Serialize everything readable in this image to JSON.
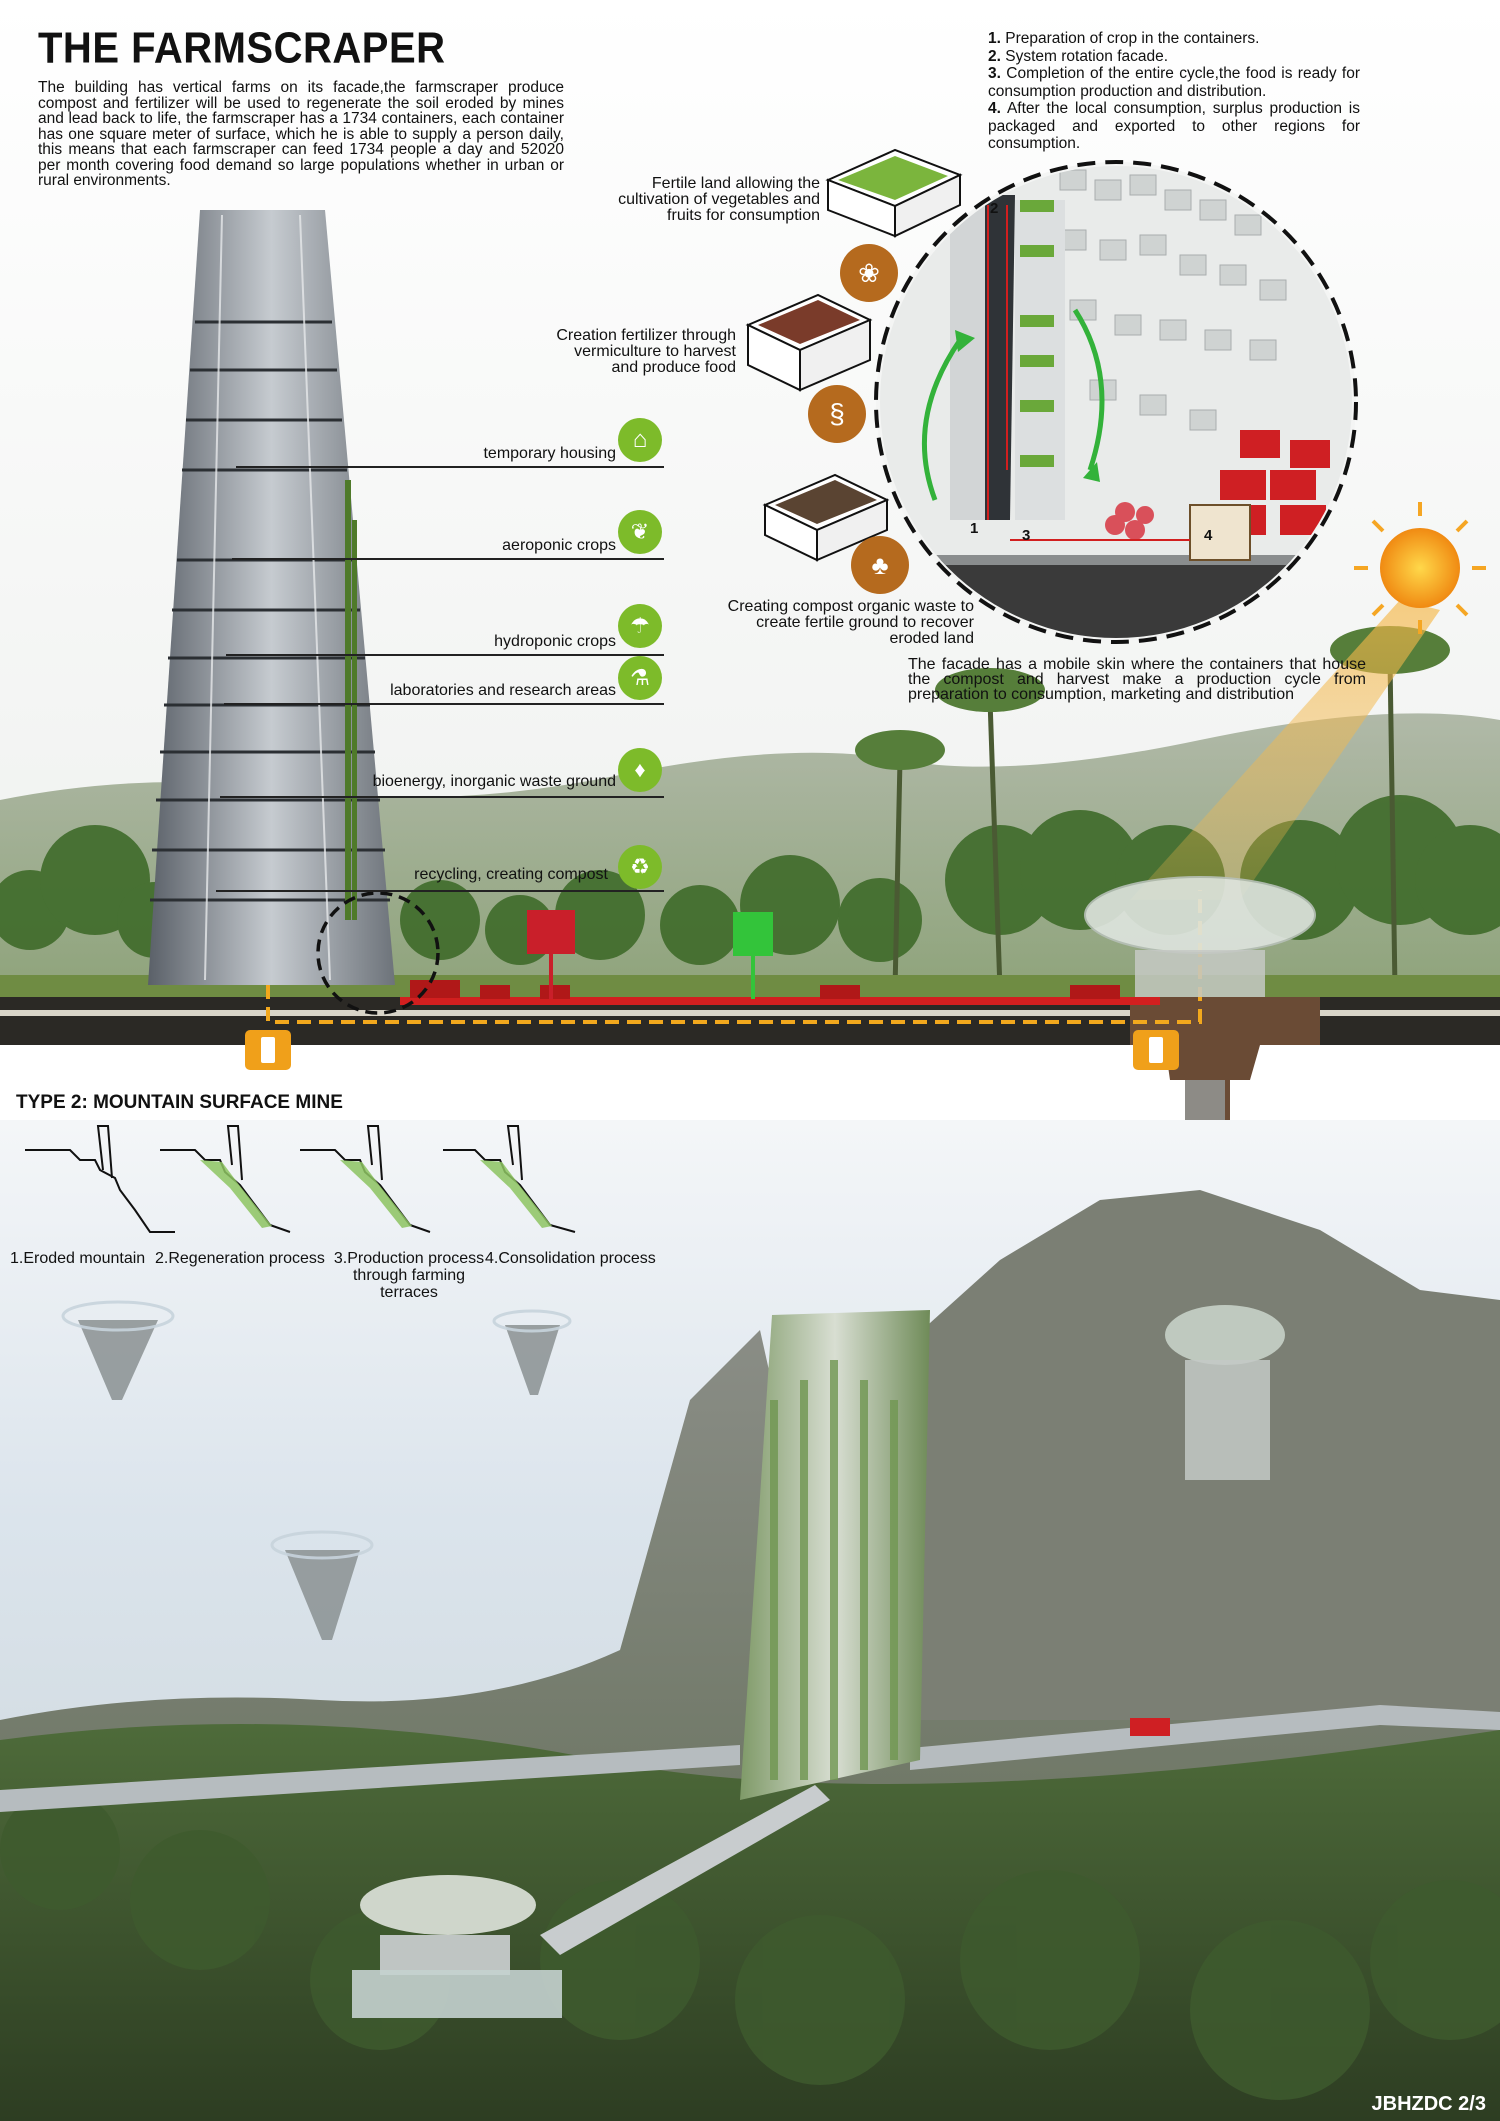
{
  "header": {
    "title": "THE FARMSCRAPER",
    "intro": "The building has vertical farms on its facade,the farmscraper produce compost and fertilizer will be used to regenerate the soil eroded by mines and lead back to life, the farmscraper has a 1734 containers, each container has one square meter of surface, which he is able to supply a person daily, this means that each farmscraper can feed 1734 people a day and 52020 per month covering food demand so large populations whether in urban or rural environments."
  },
  "steps": [
    {
      "num": "1.",
      "text": " Preparation of crop in the containers."
    },
    {
      "num": "2.",
      "text": " System rotation facade."
    },
    {
      "num": "3.",
      "text": " Completion of the entire cycle,the food is ready for consumption production and distribution."
    },
    {
      "num": "4.",
      "text": " After the local consumption, surplus production is packaged and exported to other regions for consumption."
    }
  ],
  "tower_labels": [
    {
      "label": "temporary housing",
      "icon": "house-icon"
    },
    {
      "label": "aeroponic crops",
      "icon": "sprout-icon"
    },
    {
      "label": "hydroponic crops",
      "icon": "watering-icon"
    },
    {
      "label": "laboratories and research areas",
      "icon": "flask-icon"
    },
    {
      "label": "bioenergy, inorganic waste ground",
      "icon": "leaf-drop-icon"
    },
    {
      "label": "recycling, creating compost",
      "icon": "recycle-icon"
    }
  ],
  "cycle_labels": {
    "fertile": "Fertile land allowing the cultivation of vegetables and fruits for consumption",
    "fertilizer": "Creation fertilizer through vermiculture to harvest and produce food",
    "compost": "Creating compost organic waste to create fertile ground to recover eroded land",
    "facade": "The facade has a mobile skin where the containers that house the compost and harvest make a production cycle from preparation to consumption, marketing and distribution"
  },
  "detail_numbers": [
    "1",
    "2",
    "3",
    "4"
  ],
  "mine": {
    "title": "TYPE 2: MOUNTAIN SURFACE MINE",
    "stages": [
      "1.Eroded mountain",
      "2.Regeneration process",
      "3.Production process through farming terraces",
      "4.Consolidation process"
    ]
  },
  "footer": "JBHZDC 2/3",
  "colors": {
    "green": "#7dbb2a",
    "brown": "#b56a1e",
    "orange_line": "#f2a81d",
    "red": "#d21f1f"
  }
}
